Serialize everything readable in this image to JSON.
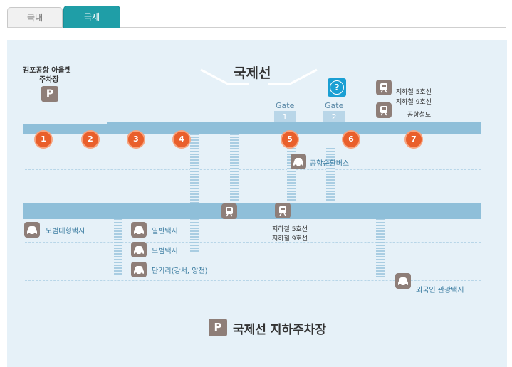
{
  "tabs": [
    {
      "label": "국내",
      "active": false
    },
    {
      "label": "국제",
      "active": true
    }
  ],
  "map": {
    "title": "국제선",
    "outlet": {
      "line1": "김포공항 아울렛",
      "line2": "주차장",
      "parking_symbol": "P"
    },
    "info_symbol": "?",
    "gates": [
      {
        "word": "Gate",
        "number": "1"
      },
      {
        "word": "Gate",
        "number": "2"
      }
    ],
    "subway_top": {
      "line5": "지하철 5호선",
      "line9": "지하철 9호선",
      "airport_rail": "공항철도"
    },
    "exits": [
      "1",
      "2",
      "3",
      "4",
      "5",
      "6",
      "7"
    ],
    "shuttle_bus": "공항순환버스",
    "subway_mid": {
      "line5": "지하철 5호선",
      "line9": "지하철 9호선"
    },
    "taxis": {
      "deluxe_large": "모범대형택시",
      "regular": "일반택시",
      "deluxe": "모범택시",
      "short_distance": "단거리(강서, 양천)",
      "foreigner_tourist": "외국인 관광택시"
    },
    "underground_parking": {
      "symbol": "P",
      "label": "국제선 지하주차장"
    }
  },
  "colors": {
    "tab_active": "#1f9ea7",
    "badge": "#e95f2b",
    "icon": "#8e7e78",
    "band": "#8fbfd9",
    "map_bg": "#e6f1f8"
  }
}
